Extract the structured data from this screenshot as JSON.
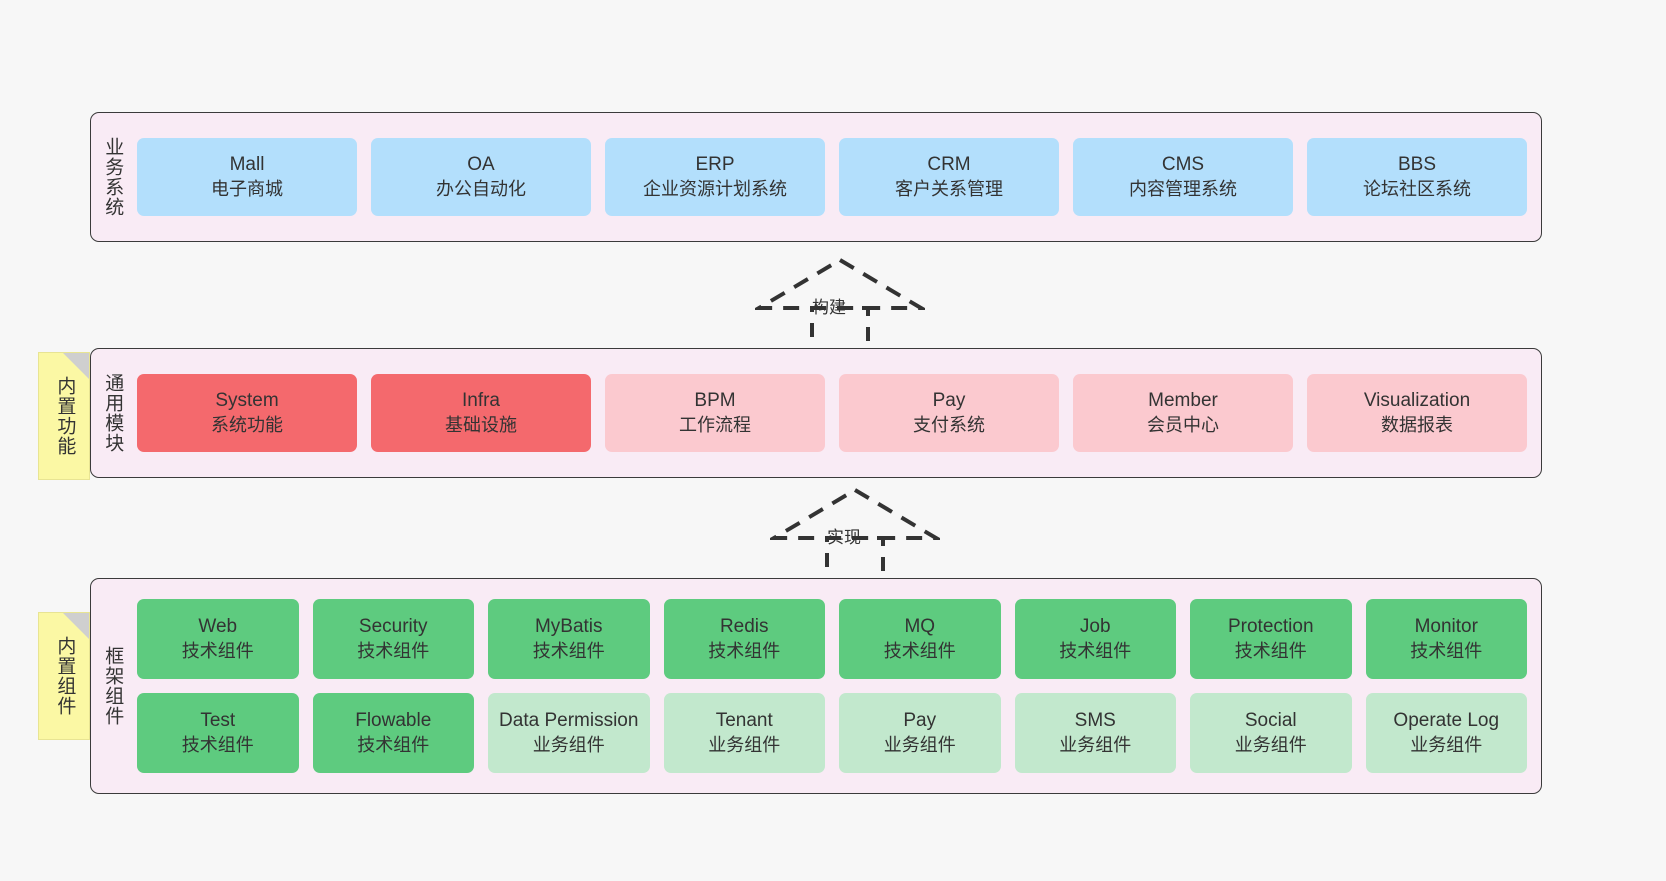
{
  "diagram": {
    "title_text_direction": "vertical",
    "background_color": "#f7f7f7",
    "panel_color": "#f9ebf5",
    "panel_border_color": "#3b3b3b"
  },
  "layers": [
    {
      "id": "business",
      "title": "业务系统",
      "card_color": "#b3dffc",
      "rows": [
        {
          "cards": [
            {
              "en": "Mall",
              "cn": "电子商城",
              "color": "#b3dffc"
            },
            {
              "en": "OA",
              "cn": "办公自动化",
              "color": "#b3dffc"
            },
            {
              "en": "ERP",
              "cn": "企业资源计划系统",
              "color": "#b3dffc"
            },
            {
              "en": "CRM",
              "cn": "客户关系管理",
              "color": "#b3dffc"
            },
            {
              "en": "CMS",
              "cn": "内容管理系统",
              "color": "#b3dffc"
            },
            {
              "en": "BBS",
              "cn": "论坛社区系统",
              "color": "#b3dffc"
            }
          ]
        }
      ]
    },
    {
      "id": "modules",
      "title": "通用模块",
      "sticky_note": "内置功能",
      "rows": [
        {
          "cards": [
            {
              "en": "System",
              "cn": "系统功能",
              "color": "#f4696d"
            },
            {
              "en": "Infra",
              "cn": "基础设施",
              "color": "#f4696d"
            },
            {
              "en": "BPM",
              "cn": "工作流程",
              "color": "#fbc9cf"
            },
            {
              "en": "Pay",
              "cn": "支付系统",
              "color": "#fbc9cf"
            },
            {
              "en": "Member",
              "cn": "会员中心",
              "color": "#fbc9cf"
            },
            {
              "en": "Visualization",
              "cn": "数据报表",
              "color": "#fbc9cf"
            }
          ]
        }
      ]
    },
    {
      "id": "framework",
      "title": "框架组件",
      "sticky_note": "内置组件",
      "rows": [
        {
          "cards": [
            {
              "en": "Web",
              "cn": "技术组件",
              "color": "#5ecb7f"
            },
            {
              "en": "Security",
              "cn": "技术组件",
              "color": "#5ecb7f"
            },
            {
              "en": "MyBatis",
              "cn": "技术组件",
              "color": "#5ecb7f"
            },
            {
              "en": "Redis",
              "cn": "技术组件",
              "color": "#5ecb7f"
            },
            {
              "en": "MQ",
              "cn": "技术组件",
              "color": "#5ecb7f"
            },
            {
              "en": "Job",
              "cn": "技术组件",
              "color": "#5ecb7f"
            },
            {
              "en": "Protection",
              "cn": "技术组件",
              "color": "#5ecb7f"
            },
            {
              "en": "Monitor",
              "cn": "技术组件",
              "color": "#5ecb7f"
            }
          ]
        },
        {
          "cards": [
            {
              "en": "Test",
              "cn": "技术组件",
              "color": "#5ecb7f"
            },
            {
              "en": "Flowable",
              "cn": "技术组件",
              "color": "#5ecb7f"
            },
            {
              "en": "Data Permission",
              "cn": "业务组件",
              "color": "#c2e8cd"
            },
            {
              "en": "Tenant",
              "cn": "业务组件",
              "color": "#c2e8cd"
            },
            {
              "en": "Pay",
              "cn": "业务组件",
              "color": "#c2e8cd"
            },
            {
              "en": "SMS",
              "cn": "业务组件",
              "color": "#c2e8cd"
            },
            {
              "en": "Social",
              "cn": "业务组件",
              "color": "#c2e8cd"
            },
            {
              "en": "Operate Log",
              "cn": "业务组件",
              "color": "#c2e8cd"
            }
          ]
        }
      ]
    }
  ],
  "connectors": [
    {
      "id": "build",
      "label": "构建",
      "style": "dashed-hollow-triangle",
      "direction": "up"
    },
    {
      "id": "impl",
      "label": "实现",
      "style": "dashed-hollow-triangle",
      "direction": "up"
    }
  ]
}
